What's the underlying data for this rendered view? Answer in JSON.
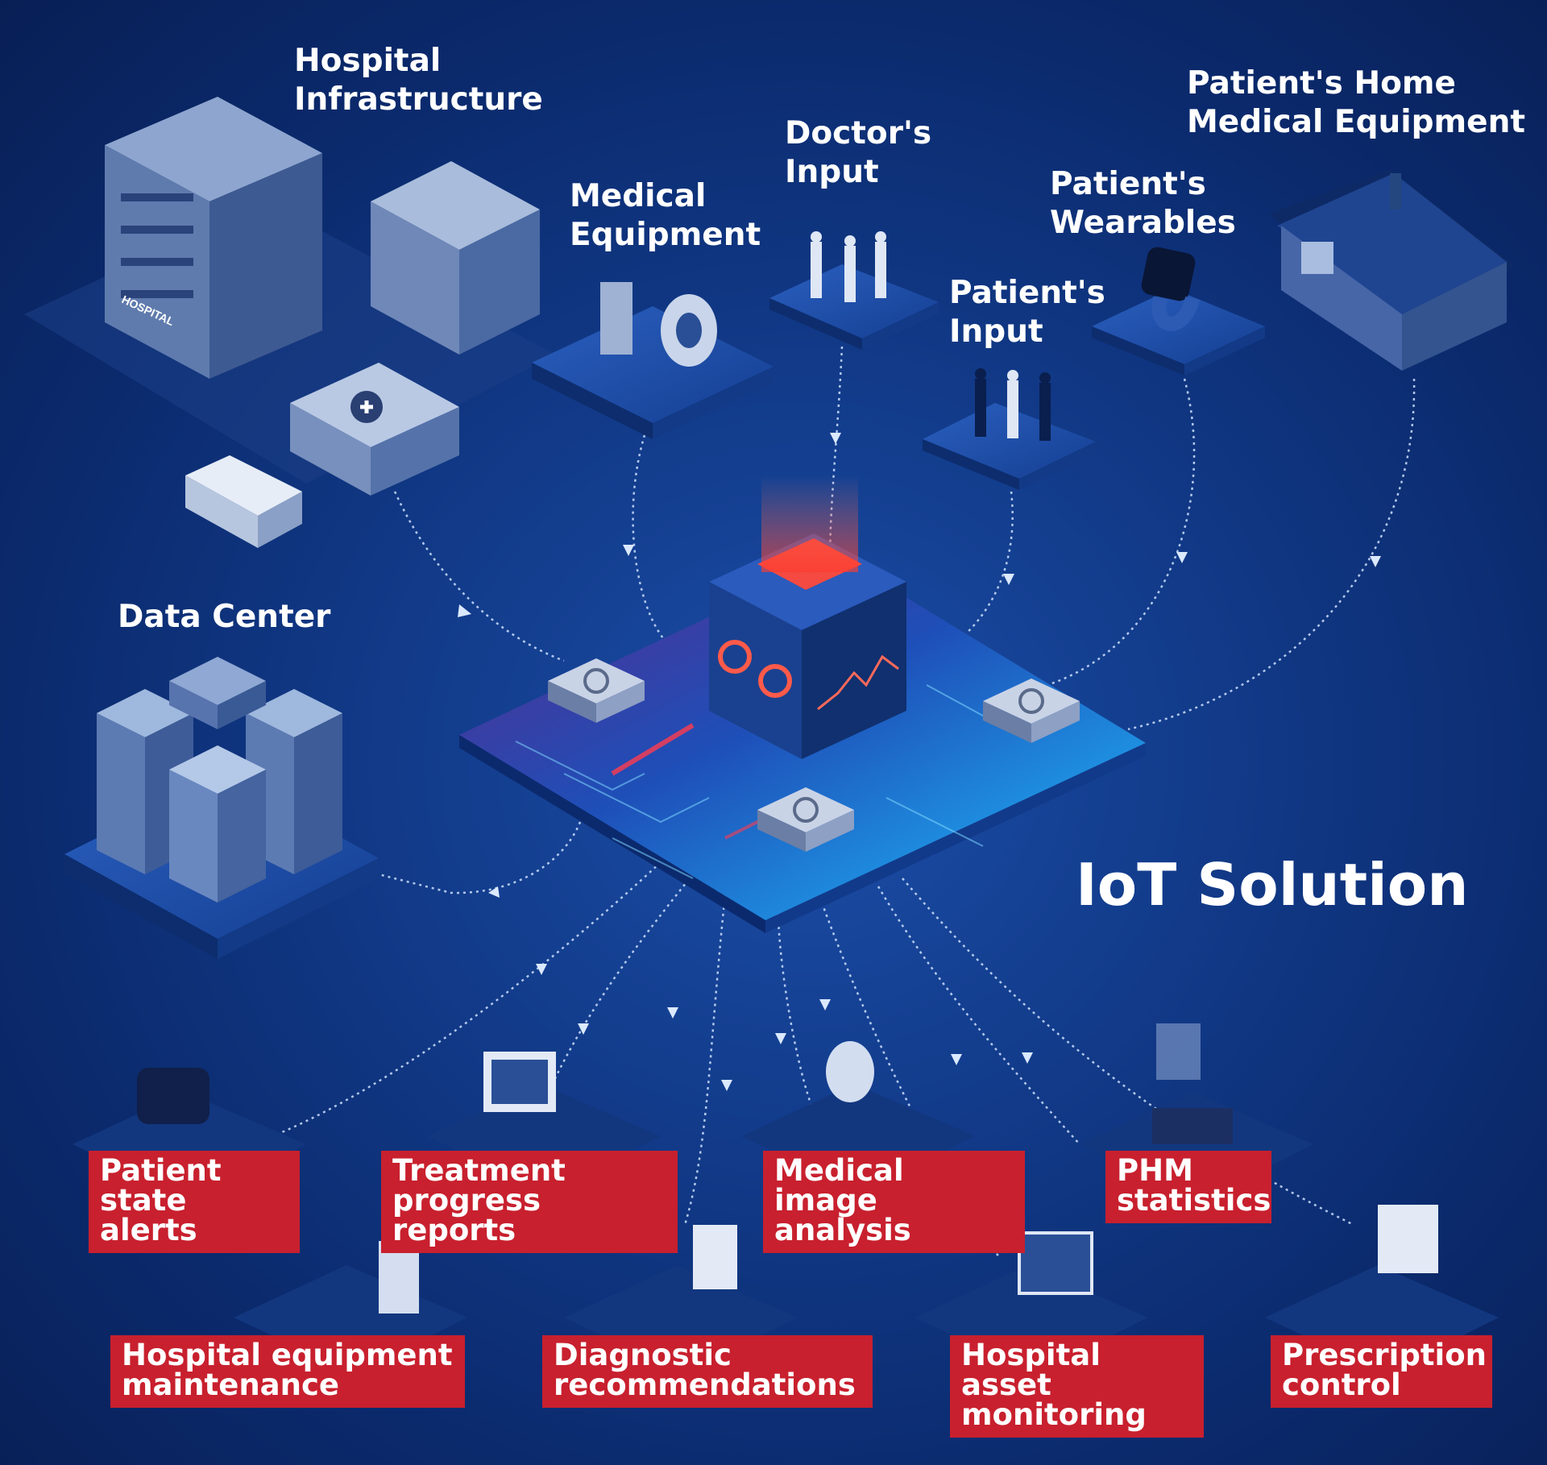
{
  "sources": {
    "hospital_infrastructure": [
      "Hospital",
      "Infrastructure"
    ],
    "medical_equipment": [
      "Medical",
      "Equipment"
    ],
    "doctors_input": [
      "Doctor's",
      "Input"
    ],
    "patients_input": [
      "Patient's",
      "Input"
    ],
    "patients_wearables": [
      "Patient's",
      "Wearables"
    ],
    "patients_home_equipment": [
      "Patient's Home",
      "Medical Equipment"
    ],
    "data_center": "Data Center"
  },
  "hub": {
    "title": "IoT Solution",
    "building_sign": "HOSPITAL"
  },
  "outputs": {
    "patient_state_alerts": [
      "Patient",
      "state alerts"
    ],
    "treatment_progress_reports": [
      "Treatment",
      "progress reports"
    ],
    "medical_image_analysis": [
      "Medical image",
      "analysis"
    ],
    "phm_statistics": [
      "PHM",
      "statistics"
    ],
    "hospital_equipment_maintenance": [
      "Hospital equipment",
      "maintenance"
    ],
    "diagnostic_recommendations": [
      "Diagnostic",
      "recommendations"
    ],
    "hospital_asset_monitoring": [
      "Hospital asset",
      "monitoring"
    ],
    "prescription_control": [
      "Prescription",
      "control"
    ]
  },
  "colors": {
    "background": "#0f3580",
    "label_red": "#c8202e",
    "connector": "#cfe2ff",
    "glow": "#ff4a3a"
  }
}
